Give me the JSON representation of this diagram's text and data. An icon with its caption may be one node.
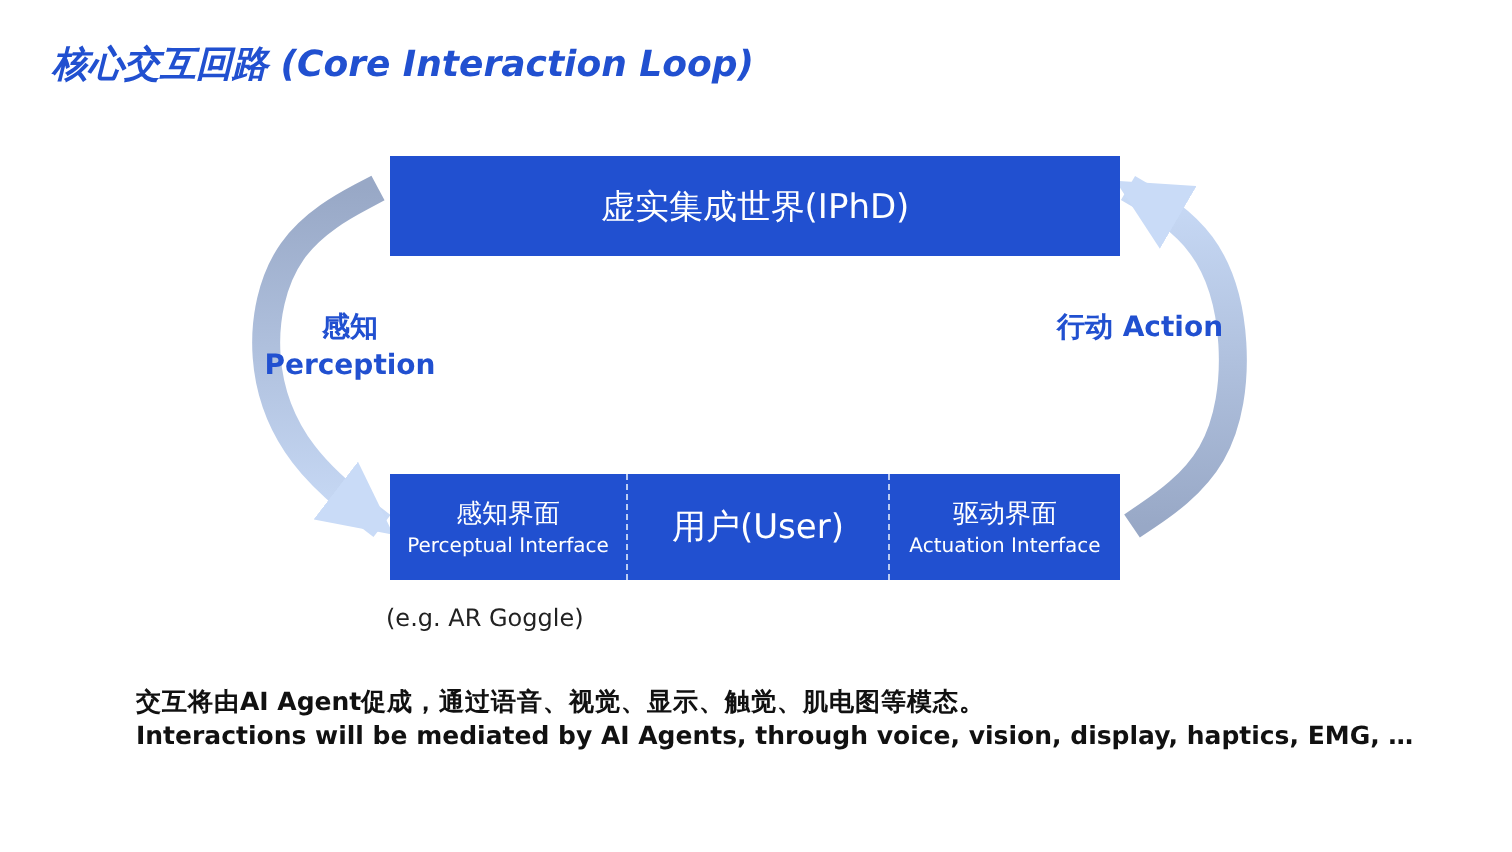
{
  "diagram": {
    "title": "核心交互回路 (Core Interaction Loop)",
    "nodes": [
      {
        "text": [
          "虚实集成世界(IPhD)"
        ]
      },
      {
        "text": [
          "感知界面",
          "Perceptual Interface"
        ],
        "beside": [
          "(e.g. AR Goggle)"
        ]
      },
      {
        "text": [
          "用户(User)"
        ]
      },
      {
        "text": [
          "驱动界面",
          "Actuation Interface"
        ]
      }
    ],
    "edges": [
      {
        "from": 0,
        "to": 1,
        "arrow": "to",
        "label": "感知 Perception",
        "style": "thick"
      },
      {
        "from": 3,
        "to": 0,
        "arrow": "to",
        "label": "行动 Action",
        "style": "thick"
      }
    ],
    "labels": [
      "交互将由AI Agent促成，通过语音、视觉、显示、触觉、肌电图等模态。",
      "Interactions will be mediated by AI Agents, through voice, vision, display, haptics, EMG, …"
    ]
  }
}
